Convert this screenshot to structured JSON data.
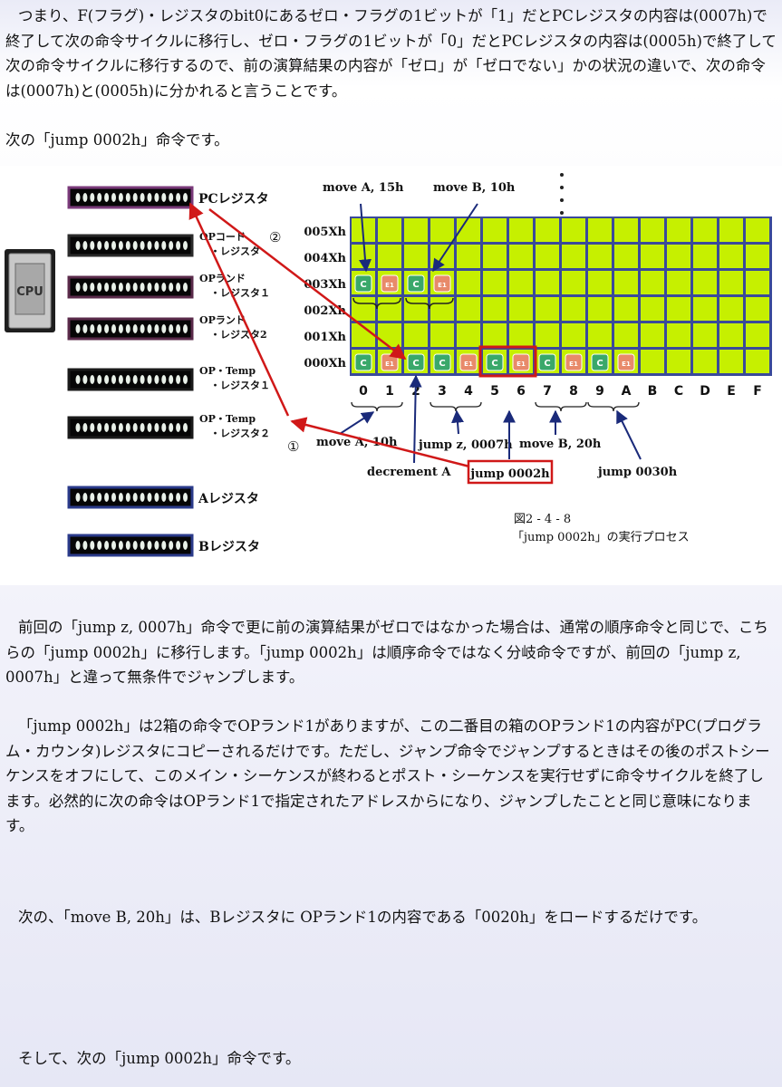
{
  "paragraphs": {
    "p1": "つまり、F(フラグ)・レジスタのbit0にあるゼロ・フラグの1ビットが「1」だとPCレジスタの内容は(0007h)で終了して次の命令サイクルに移行し、ゼロ・フラグの1ビットが「0」だとPCレジスタの内容は(0005h)で終了して次の命令サイクルに移行するので、前の演算結果の内容が「ゼロ」が「ゼロでない」かの状況の違いで、次の命令は(0007h)と(0005h)に分かれると言うことです。",
    "p2": "次の「jump 0002h」命令です。",
    "p3": "前回の「jump z, 0007h」命令で更に前の演算結果がゼロではなかった場合は、通常の順序命令と同じで、こちらの「jump 0002h」に移行します。「jump 0002h」は順序命令ではなく分岐命令ですが、前回の「jump z, 0007h」と違って無条件でジャンプします。",
    "p4": "「jump 0002h」は2箱の命令でOPランド1がありますが、この二番目の箱のOPランド1の内容がPC(プログラム・カウンタ)レジスタにコピーされるだけです。ただし、ジャンプ命令でジャンプするときはその後のポストシーケンスをオフにして、このメイン・シーケンスが終わるとポスト・シーケンスを実行せずに命令サイクルを終了します。必然的に次の命令はOPランド1で指定されたアドレスからになり、ジャンプしたことと同じ意味になります。",
    "p5": "次の、「move B, 20h」は、Bレジスタに OPランド1の内容である「0020h」をロードするだけです。",
    "p6": "そして、次の「jump 0002h」命令です。"
  },
  "figure": {
    "cpu_chip_label": "CPU",
    "registers": [
      {
        "label": "PCレジスタ",
        "color": "#7a3a7a"
      },
      {
        "label": "OPコード",
        "label2": "・レジスタ",
        "color": "#2a2a2a"
      },
      {
        "label": "OPランド",
        "label2": "・レジスタ１",
        "color": "#5a2a4a"
      },
      {
        "label": "OPランド",
        "label2": "・レジスタ2",
        "color": "#5a2a4a"
      },
      {
        "label": "OP・Temp",
        "label2": "・レジスタ１",
        "color": "#1a1a1a"
      },
      {
        "label": "OP・Temp",
        "label2": "・レジスタ２",
        "color": "#1a1a1a"
      },
      {
        "label": "Aレジスタ",
        "color": "#2a3a8a"
      },
      {
        "label": "Bレジスタ",
        "color": "#2a3a8a"
      }
    ],
    "marker_1": "①",
    "marker_2": "②",
    "row_labels": [
      "005Xh",
      "004Xh",
      "003Xh",
      "002Xh",
      "001Xh",
      "000Xh"
    ],
    "col_labels": [
      "0",
      "1",
      "2",
      "3",
      "4",
      "5",
      "6",
      "7",
      "8",
      "9",
      "A",
      "B",
      "C",
      "D",
      "E",
      "F"
    ],
    "cell_code_label": "C",
    "cell_operand_label": "E1",
    "top_annotations": [
      "move A, 15h",
      "move B, 10h"
    ],
    "bottom_annotations": {
      "move_a": "move A, 10h",
      "jump_z": "jump z, 0007h",
      "move_b": "move B, 20h",
      "decrement": "decrement A",
      "jump_0002": "jump 0002h",
      "jump_0030": "jump 0030h"
    },
    "caption_number": "図2 - 4 - 8",
    "caption_text": "「jump 0002h」の実行プロセス",
    "colors": {
      "cell_green": "#c6f000",
      "cell_border": "#3a4a9a",
      "code_cell": "#3aa86a",
      "operand_cell": "#e88a6a",
      "highlight": "#d01818",
      "arrow_blue": "#1a2a7a"
    }
  }
}
